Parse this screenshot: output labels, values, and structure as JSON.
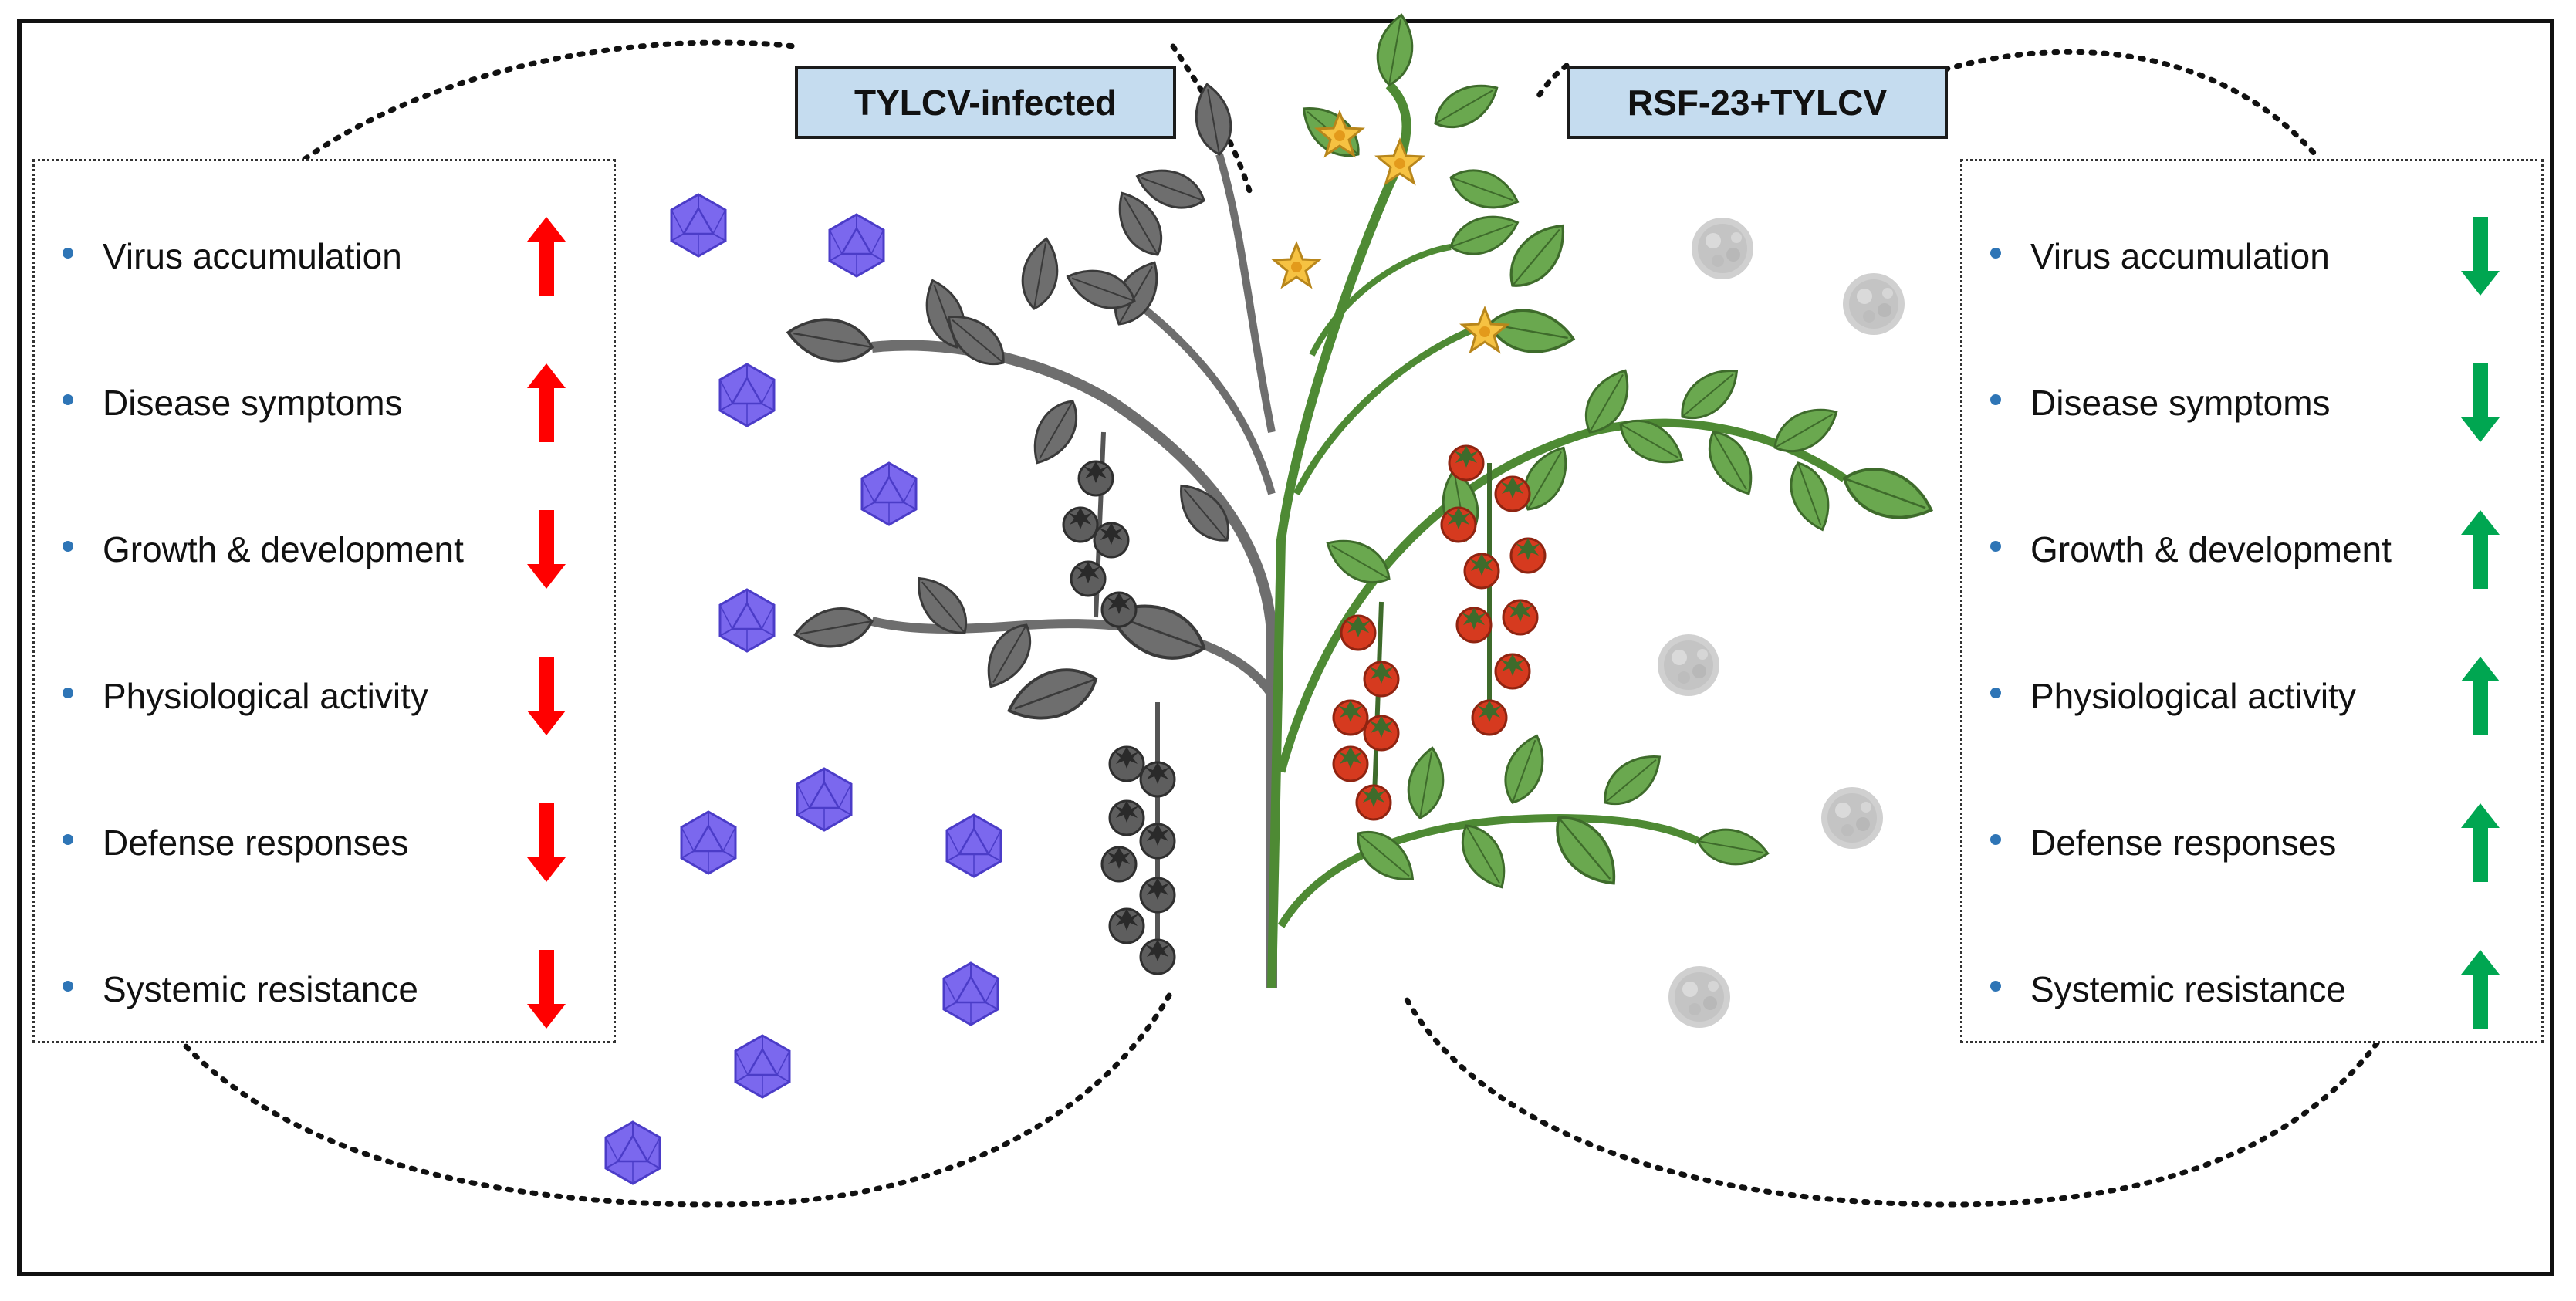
{
  "titles": {
    "left": "TYLCV-infected",
    "right": "RSF-23+TYLCV"
  },
  "left_panel": {
    "items": [
      {
        "label": "Virus accumulation",
        "direction": "up"
      },
      {
        "label": "Disease symptoms",
        "direction": "up"
      },
      {
        "label": "Growth & development",
        "direction": "down"
      },
      {
        "label": "Physiological activity",
        "direction": "down"
      },
      {
        "label": "Defense responses",
        "direction": "down"
      },
      {
        "label": "Systemic resistance",
        "direction": "down"
      }
    ],
    "arrow_color": "#ff0000"
  },
  "right_panel": {
    "items": [
      {
        "label": "Virus accumulation",
        "direction": "down"
      },
      {
        "label": "Disease symptoms",
        "direction": "down"
      },
      {
        "label": "Growth & development",
        "direction": "up"
      },
      {
        "label": "Physiological activity",
        "direction": "up"
      },
      {
        "label": "Defense responses",
        "direction": "up"
      },
      {
        "label": "Systemic resistance",
        "direction": "up"
      }
    ],
    "arrow_color": "#00a651"
  },
  "colors": {
    "virus_purple": "#7b68ee",
    "virus_gray": "#c8c8c8",
    "healthy_leaf": "#6aa84f",
    "infected_leaf": "#6e6e6e",
    "tomato_red": "#d63a1f",
    "flower_yellow": "#f6c242",
    "title_fill": "#c5dcef"
  }
}
